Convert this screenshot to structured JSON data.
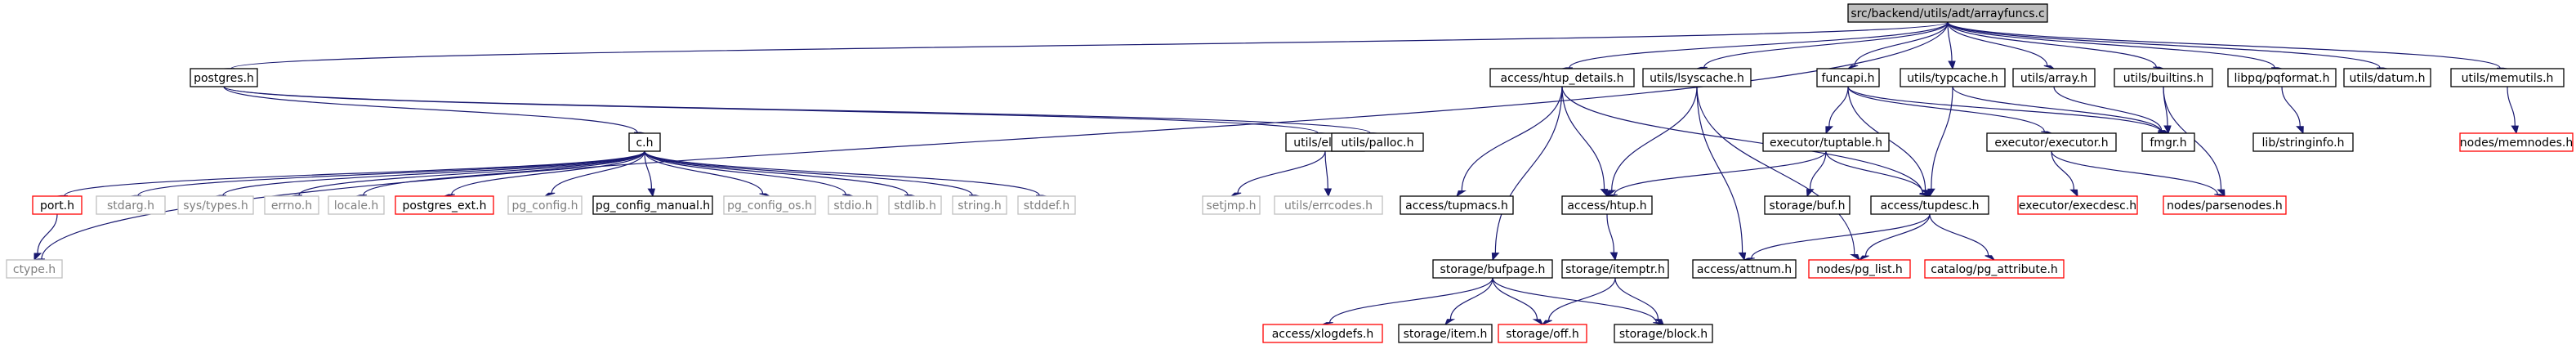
{
  "diagram": {
    "type": "include-dependency-graph",
    "colors": {
      "edge": "#191970",
      "root_fill": "#bfbfbf",
      "normal_border": "#000000",
      "missing_border": "#ff0000",
      "external_border": "#bfbfbf",
      "external_text": "#7f7f7f"
    },
    "nodes": [
      {
        "id": "root",
        "label": "src/backend/utils/adt/arrayfuncs.c",
        "kind": "root"
      },
      {
        "id": "postgres",
        "label": "postgres.h",
        "kind": "normal"
      },
      {
        "id": "htup_details",
        "label": "access/htup_details.h",
        "kind": "normal"
      },
      {
        "id": "syscache",
        "label": "utils/lsyscache.h",
        "kind": "normal"
      },
      {
        "id": "funcapi",
        "label": "funcapi.h",
        "kind": "normal"
      },
      {
        "id": "typcache",
        "label": "utils/typcache.h",
        "kind": "normal"
      },
      {
        "id": "array",
        "label": "utils/array.h",
        "kind": "normal"
      },
      {
        "id": "builtins",
        "label": "utils/builtins.h",
        "kind": "normal"
      },
      {
        "id": "pqformat",
        "label": "libpq/pqformat.h",
        "kind": "normal"
      },
      {
        "id": "datum",
        "label": "utils/datum.h",
        "kind": "normal"
      },
      {
        "id": "memutils",
        "label": "utils/memutils.h",
        "kind": "normal"
      },
      {
        "id": "c",
        "label": "c.h",
        "kind": "normal"
      },
      {
        "id": "elog",
        "label": "utils/elog.h",
        "kind": "normal"
      },
      {
        "id": "palloc",
        "label": "utils/palloc.h",
        "kind": "normal"
      },
      {
        "id": "tuptable",
        "label": "executor/tuptable.h",
        "kind": "normal"
      },
      {
        "id": "executor",
        "label": "executor/executor.h",
        "kind": "normal"
      },
      {
        "id": "fmgr",
        "label": "fmgr.h",
        "kind": "normal"
      },
      {
        "id": "stringinfo",
        "label": "lib/stringinfo.h",
        "kind": "normal"
      },
      {
        "id": "memnodes",
        "label": "nodes/memnodes.h",
        "kind": "missing"
      },
      {
        "id": "port",
        "label": "port.h",
        "kind": "missing"
      },
      {
        "id": "stdarg",
        "label": "stdarg.h",
        "kind": "external"
      },
      {
        "id": "systypes",
        "label": "sys/types.h",
        "kind": "external"
      },
      {
        "id": "errno",
        "label": "errno.h",
        "kind": "external"
      },
      {
        "id": "locale",
        "label": "locale.h",
        "kind": "external"
      },
      {
        "id": "postgres_ext",
        "label": "postgres_ext.h",
        "kind": "missing"
      },
      {
        "id": "pg_config",
        "label": "pg_config.h",
        "kind": "external"
      },
      {
        "id": "pg_config_manual",
        "label": "pg_config_manual.h",
        "kind": "normal"
      },
      {
        "id": "pg_config_os",
        "label": "pg_config_os.h",
        "kind": "external"
      },
      {
        "id": "stdio",
        "label": "stdio.h",
        "kind": "external"
      },
      {
        "id": "stdlib",
        "label": "stdlib.h",
        "kind": "external"
      },
      {
        "id": "string",
        "label": "string.h",
        "kind": "external"
      },
      {
        "id": "stddef",
        "label": "stddef.h",
        "kind": "external"
      },
      {
        "id": "setjmp",
        "label": "setjmp.h",
        "kind": "external"
      },
      {
        "id": "errcodes",
        "label": "utils/errcodes.h",
        "kind": "external"
      },
      {
        "id": "tupmacs",
        "label": "access/tupmacs.h",
        "kind": "normal"
      },
      {
        "id": "htup",
        "label": "access/htup.h",
        "kind": "normal"
      },
      {
        "id": "bufh",
        "label": "storage/buf.h",
        "kind": "normal"
      },
      {
        "id": "tupdesc",
        "label": "access/tupdesc.h",
        "kind": "normal"
      },
      {
        "id": "execdesc",
        "label": "executor/execdesc.h",
        "kind": "missing"
      },
      {
        "id": "parsenodes",
        "label": "nodes/parsenodes.h",
        "kind": "missing"
      },
      {
        "id": "ctype",
        "label": "ctype.h",
        "kind": "external"
      },
      {
        "id": "bufpage",
        "label": "storage/bufpage.h",
        "kind": "normal"
      },
      {
        "id": "itemptr",
        "label": "storage/itemptr.h",
        "kind": "normal"
      },
      {
        "id": "attnum",
        "label": "access/attnum.h",
        "kind": "normal"
      },
      {
        "id": "pg_list",
        "label": "nodes/pg_list.h",
        "kind": "missing"
      },
      {
        "id": "pg_attribute",
        "label": "catalog/pg_attribute.h",
        "kind": "missing"
      },
      {
        "id": "xlogdefs",
        "label": "access/xlogdefs.h",
        "kind": "missing"
      },
      {
        "id": "item",
        "label": "storage/item.h",
        "kind": "normal"
      },
      {
        "id": "off",
        "label": "storage/off.h",
        "kind": "missing"
      },
      {
        "id": "block",
        "label": "storage/block.h",
        "kind": "normal"
      }
    ],
    "edges": [
      [
        "root",
        "postgres"
      ],
      [
        "root",
        "htup_details"
      ],
      [
        "root",
        "syscache"
      ],
      [
        "root",
        "funcapi"
      ],
      [
        "root",
        "typcache"
      ],
      [
        "root",
        "array"
      ],
      [
        "root",
        "builtins"
      ],
      [
        "root",
        "pqformat"
      ],
      [
        "root",
        "datum"
      ],
      [
        "root",
        "memutils"
      ],
      [
        "root",
        "ctype"
      ],
      [
        "postgres",
        "c"
      ],
      [
        "postgres",
        "elog"
      ],
      [
        "postgres",
        "palloc"
      ],
      [
        "c",
        "port"
      ],
      [
        "c",
        "stdarg"
      ],
      [
        "c",
        "systypes"
      ],
      [
        "c",
        "errno"
      ],
      [
        "c",
        "locale"
      ],
      [
        "c",
        "postgres_ext"
      ],
      [
        "c",
        "pg_config"
      ],
      [
        "c",
        "pg_config_manual"
      ],
      [
        "c",
        "pg_config_os"
      ],
      [
        "c",
        "stdio"
      ],
      [
        "c",
        "stdlib"
      ],
      [
        "c",
        "string"
      ],
      [
        "c",
        "stddef"
      ],
      [
        "port",
        "ctype"
      ],
      [
        "elog",
        "setjmp"
      ],
      [
        "elog",
        "errcodes"
      ],
      [
        "htup_details",
        "tupmacs"
      ],
      [
        "htup_details",
        "htup"
      ],
      [
        "htup_details",
        "tupdesc"
      ],
      [
        "htup_details",
        "bufpage"
      ],
      [
        "syscache",
        "htup"
      ],
      [
        "syscache",
        "attnum"
      ],
      [
        "syscache",
        "pg_list"
      ],
      [
        "funcapi",
        "tuptable"
      ],
      [
        "funcapi",
        "executor"
      ],
      [
        "funcapi",
        "fmgr"
      ],
      [
        "funcapi",
        "tupdesc"
      ],
      [
        "typcache",
        "tupdesc"
      ],
      [
        "typcache",
        "fmgr"
      ],
      [
        "array",
        "fmgr"
      ],
      [
        "builtins",
        "fmgr"
      ],
      [
        "builtins",
        "parsenodes"
      ],
      [
        "pqformat",
        "stringinfo"
      ],
      [
        "memutils",
        "memnodes"
      ],
      [
        "tuptable",
        "htup"
      ],
      [
        "tuptable",
        "bufh"
      ],
      [
        "tuptable",
        "tupdesc"
      ],
      [
        "executor",
        "execdesc"
      ],
      [
        "executor",
        "parsenodes"
      ],
      [
        "htup",
        "itemptr"
      ],
      [
        "tupdesc",
        "attnum"
      ],
      [
        "tupdesc",
        "pg_list"
      ],
      [
        "tupdesc",
        "pg_attribute"
      ],
      [
        "bufpage",
        "xlogdefs"
      ],
      [
        "bufpage",
        "item"
      ],
      [
        "bufpage",
        "off"
      ],
      [
        "bufpage",
        "block"
      ],
      [
        "itemptr",
        "off"
      ],
      [
        "itemptr",
        "block"
      ]
    ]
  }
}
